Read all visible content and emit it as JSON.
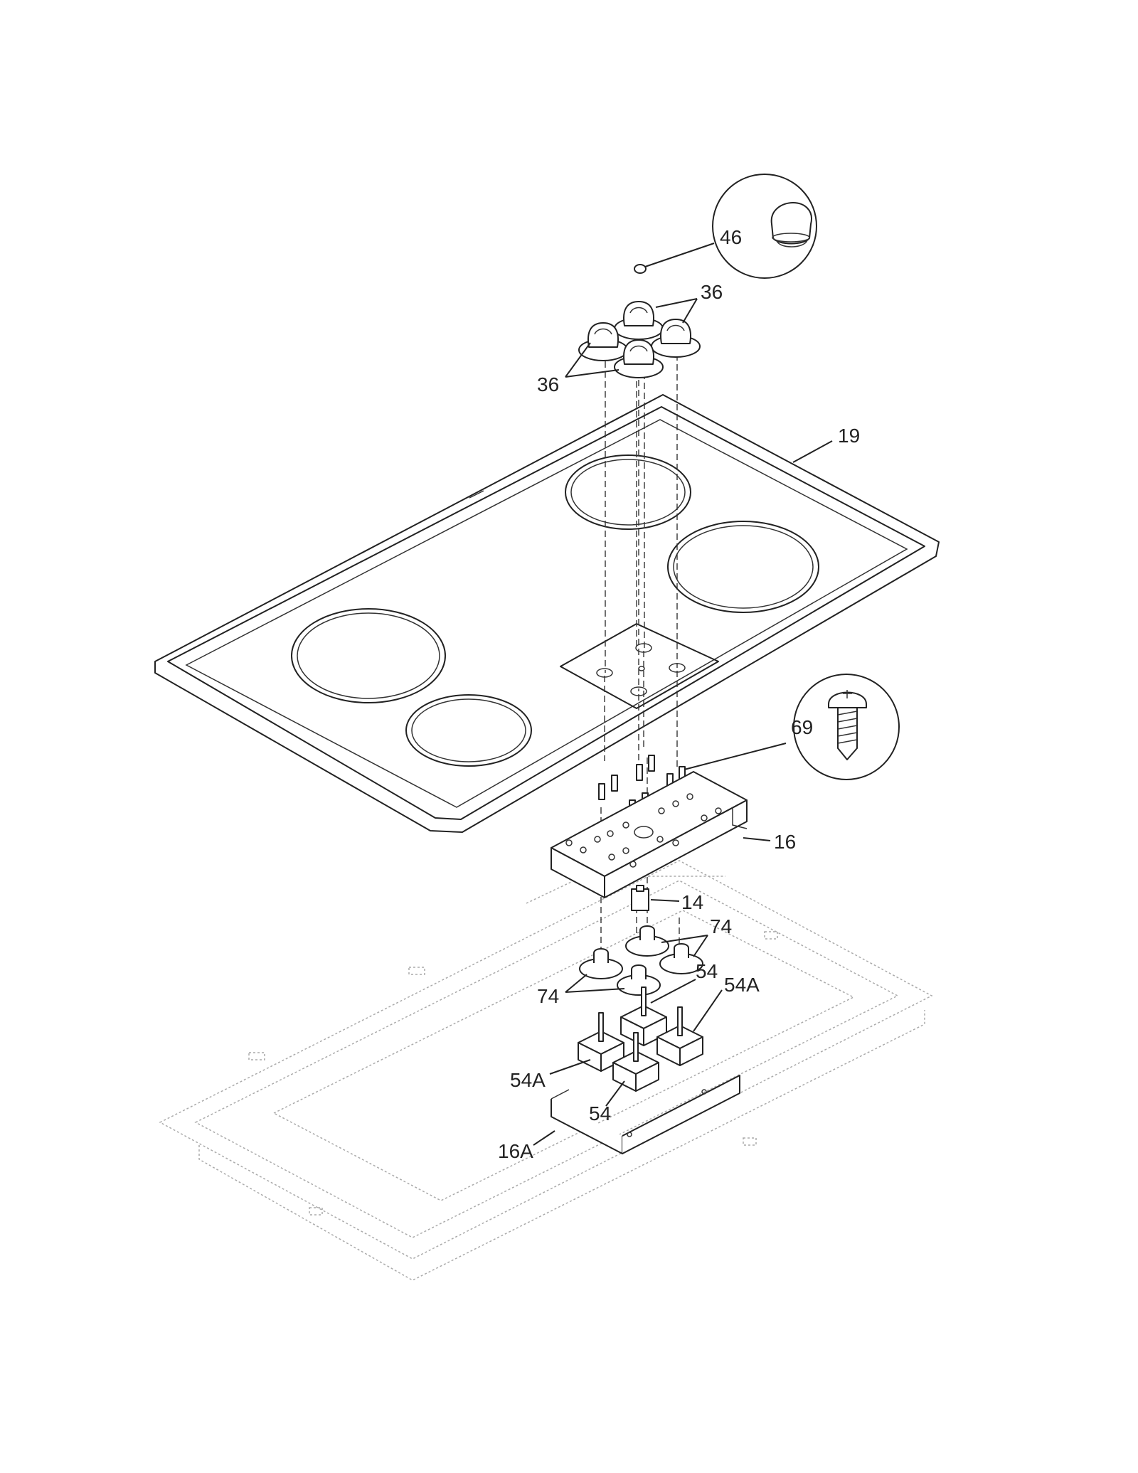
{
  "callouts": {
    "c46": "46",
    "c36_top": "36",
    "c36_left": "36",
    "c19": "19",
    "c69": "69",
    "c16": "16",
    "c14": "14",
    "c74_right": "74",
    "c74_left": "74",
    "c54_right": "54",
    "c54a_right": "54A",
    "c54a_left": "54A",
    "c54_left": "54",
    "c16a": "16A"
  },
  "colors": {
    "line": "#222222",
    "ghost": "#aaaaaa",
    "background": "#ffffff"
  }
}
